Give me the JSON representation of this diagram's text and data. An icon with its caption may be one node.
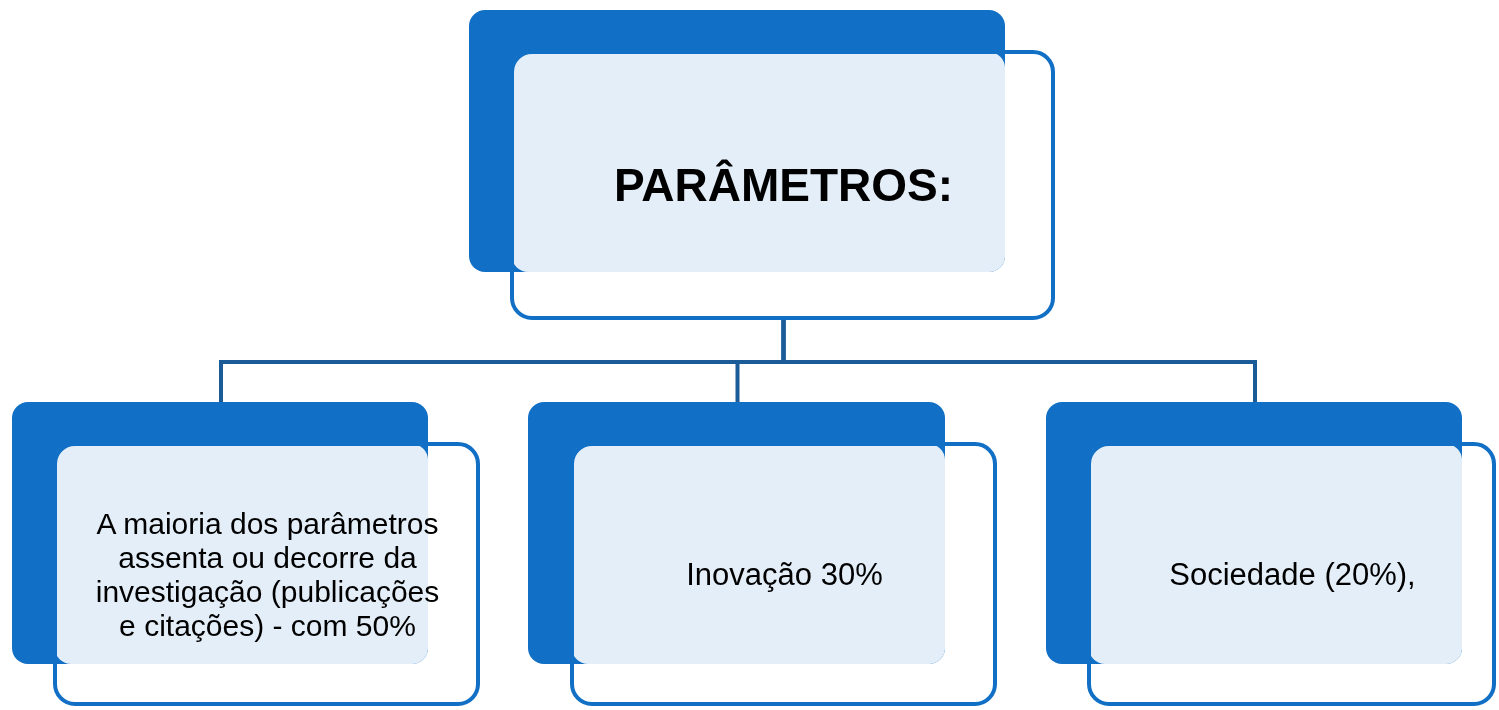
{
  "diagram": {
    "nodes": [
      {
        "text": [
          "PARÂMETROS:"
        ]
      },
      {
        "text": [
          "A maioria dos parâmetros assenta ou decorre da investigação (publicações e citações) - com 50%"
        ]
      },
      {
        "text": [
          "Inovação 30%"
        ]
      },
      {
        "text": [
          "Sociedade (20%),"
        ]
      }
    ],
    "edges": [
      {
        "from": 0,
        "to": 1,
        "arrow": "none"
      },
      {
        "from": 0,
        "to": 2,
        "arrow": "none"
      },
      {
        "from": 0,
        "to": 3,
        "arrow": "none"
      }
    ]
  }
}
